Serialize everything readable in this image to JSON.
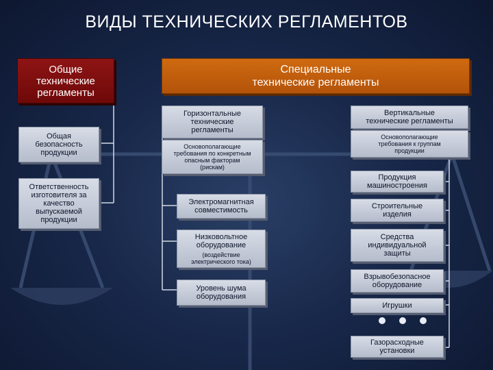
{
  "title": "ВИДЫ ТЕХНИЧЕСКИХ РЕГЛАМЕНТОВ",
  "colors": {
    "general_box": "#7a0e0e",
    "special_box": "#c4600e",
    "item_box": "#c9cfdb",
    "background": "#1b2b4d"
  },
  "general": {
    "header": [
      "Общие",
      "технические",
      "регламенты"
    ],
    "items": [
      {
        "lines": [
          "Общая",
          "безопасность",
          "продукции"
        ]
      },
      {
        "lines": [
          "Ответственность",
          "изготовителя за",
          "качество",
          "выпускаемой",
          "продукции"
        ]
      }
    ]
  },
  "special": {
    "header": [
      "Специальные",
      "технические регламенты"
    ],
    "horizontal": {
      "header": [
        "Горизонтальные",
        "технические",
        "регламенты"
      ],
      "note": [
        "Основополагающие",
        "требования по конкретным",
        "опасным факторам",
        "(рискам)"
      ],
      "items": [
        {
          "lines": [
            "Электромагнитная",
            "совместимость"
          ]
        },
        {
          "lines": [
            "Низковольтное",
            "оборудование"
          ],
          "note": [
            "(воздействие",
            "электрического тока)"
          ]
        },
        {
          "lines": [
            "Уровень шума",
            "оборудования"
          ]
        }
      ]
    },
    "vertical": {
      "header": [
        "Вертикальные",
        "технические регламенты"
      ],
      "note": [
        "Основополагающие",
        "требования к группам",
        "продукции"
      ],
      "items": [
        {
          "lines": [
            "Продукция",
            "машиностроения"
          ]
        },
        {
          "lines": [
            "Строительные",
            "изделия"
          ]
        },
        {
          "lines": [
            "Средства",
            "индивидуальной",
            "защиты"
          ]
        },
        {
          "lines": [
            "Взрывобезопасное",
            "оборудование"
          ]
        },
        {
          "lines": [
            "Игрушки"
          ]
        },
        {
          "lines": [
            "Газорасходные",
            "установки"
          ]
        }
      ]
    }
  }
}
